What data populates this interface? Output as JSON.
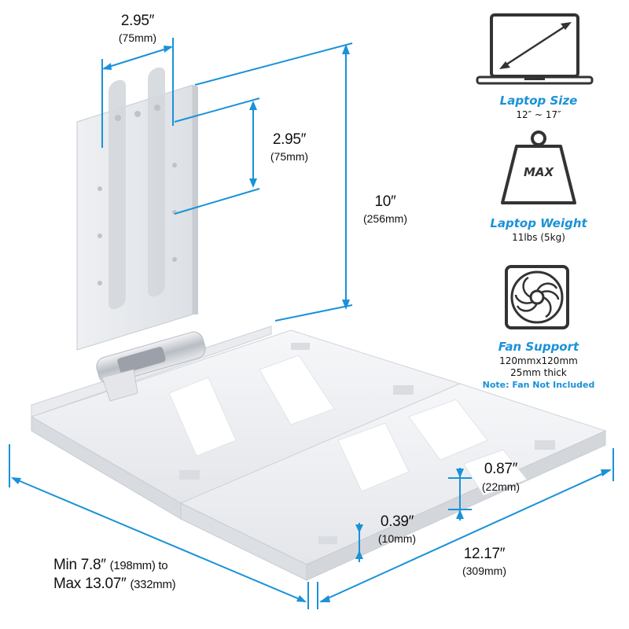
{
  "colors": {
    "accent": "#1a92d8",
    "stand_metal": "#e6e8ec",
    "stand_shadow": "#c9ccd2",
    "icon_gray": "#333333"
  },
  "dimensions": {
    "mount_width": {
      "main": "2.95″",
      "sub": "(75mm)"
    },
    "mount_height": {
      "main": "2.95″",
      "sub": "(75mm)"
    },
    "total_height": {
      "main": "10″",
      "sub": "(256mm)"
    },
    "side_height": {
      "main": "0.87″",
      "sub": "(22mm)"
    },
    "lip_height": {
      "main": "0.39″",
      "sub": "(10mm)"
    },
    "depth": {
      "main": "12.17″",
      "sub": "(309mm)"
    },
    "width_range": {
      "min_label": "Min 7.8″",
      "min_sub": "(198mm) to",
      "max_label": "Max 13.07″",
      "max_sub": "(332mm)"
    }
  },
  "features": {
    "laptop_size": {
      "icon": "laptop-icon",
      "title": "Laptop Size",
      "value": "12″ ~ 17″"
    },
    "laptop_weight": {
      "icon": "weight-icon",
      "badge": "MAX",
      "title": "Laptop Weight",
      "value": "11lbs (5kg)"
    },
    "fan_support": {
      "icon": "fan-icon",
      "title": "Fan Support",
      "line1": "120mmx120mm",
      "line2": "25mm thick",
      "note": "Note: Fan Not Included"
    }
  }
}
